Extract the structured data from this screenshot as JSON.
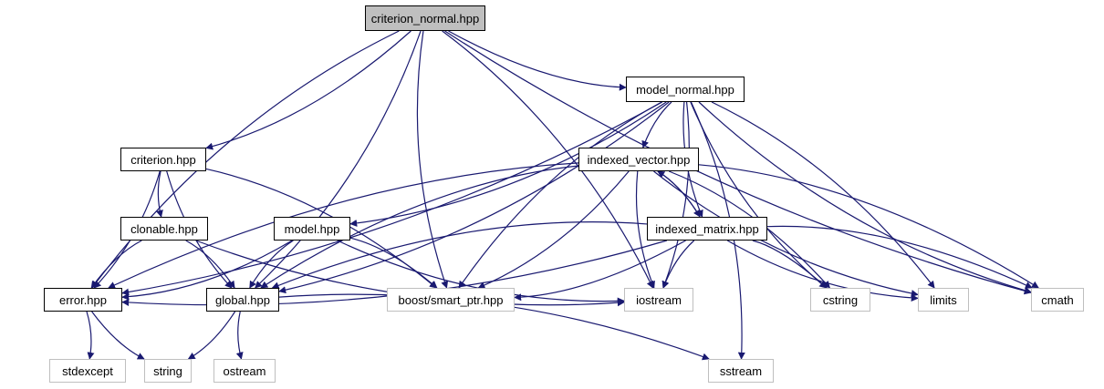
{
  "diagram": {
    "nodes": [
      {
        "id": "criterion_normal",
        "label": "criterion_normal.hpp",
        "kind": "root"
      },
      {
        "id": "model_normal",
        "label": "model_normal.hpp",
        "kind": "local"
      },
      {
        "id": "criterion",
        "label": "criterion.hpp",
        "kind": "local"
      },
      {
        "id": "indexed_vector",
        "label": "indexed_vector.hpp",
        "kind": "local"
      },
      {
        "id": "clonable",
        "label": "clonable.hpp",
        "kind": "local"
      },
      {
        "id": "model",
        "label": "model.hpp",
        "kind": "local"
      },
      {
        "id": "indexed_matrix",
        "label": "indexed_matrix.hpp",
        "kind": "local"
      },
      {
        "id": "error",
        "label": "error.hpp",
        "kind": "local"
      },
      {
        "id": "global",
        "label": "global.hpp",
        "kind": "local"
      },
      {
        "id": "smart_ptr",
        "label": "boost/smart_ptr.hpp",
        "kind": "external"
      },
      {
        "id": "iostream",
        "label": "iostream",
        "kind": "external"
      },
      {
        "id": "cstring",
        "label": "cstring",
        "kind": "external"
      },
      {
        "id": "limits",
        "label": "limits",
        "kind": "external"
      },
      {
        "id": "cmath",
        "label": "cmath",
        "kind": "external"
      },
      {
        "id": "stdexcept",
        "label": "stdexcept",
        "kind": "external"
      },
      {
        "id": "string",
        "label": "string",
        "kind": "external"
      },
      {
        "id": "ostream",
        "label": "ostream",
        "kind": "external"
      },
      {
        "id": "sstream",
        "label": "sstream",
        "kind": "external"
      }
    ],
    "edges": [
      [
        "criterion_normal",
        "model_normal"
      ],
      [
        "criterion_normal",
        "criterion"
      ],
      [
        "criterion_normal",
        "error"
      ],
      [
        "criterion_normal",
        "global"
      ],
      [
        "criterion_normal",
        "smart_ptr"
      ],
      [
        "criterion_normal",
        "iostream"
      ],
      [
        "criterion_normal",
        "cmath"
      ],
      [
        "model_normal",
        "error"
      ],
      [
        "model_normal",
        "indexed_vector"
      ],
      [
        "model_normal",
        "model"
      ],
      [
        "model_normal",
        "indexed_matrix"
      ],
      [
        "model_normal",
        "global"
      ],
      [
        "model_normal",
        "smart_ptr"
      ],
      [
        "model_normal",
        "iostream"
      ],
      [
        "model_normal",
        "cstring"
      ],
      [
        "model_normal",
        "limits"
      ],
      [
        "model_normal",
        "cmath"
      ],
      [
        "model_normal",
        "sstream"
      ],
      [
        "criterion",
        "clonable"
      ],
      [
        "criterion",
        "error"
      ],
      [
        "criterion",
        "global"
      ],
      [
        "criterion",
        "smart_ptr"
      ],
      [
        "indexed_vector",
        "error"
      ],
      [
        "indexed_vector",
        "indexed_matrix"
      ],
      [
        "indexed_vector",
        "global"
      ],
      [
        "indexed_vector",
        "smart_ptr"
      ],
      [
        "indexed_vector",
        "iostream"
      ],
      [
        "indexed_vector",
        "cstring"
      ],
      [
        "indexed_vector",
        "limits"
      ],
      [
        "indexed_vector",
        "cmath"
      ],
      [
        "indexed_matrix",
        "indexed_vector"
      ],
      [
        "indexed_matrix",
        "error"
      ],
      [
        "indexed_matrix",
        "global"
      ],
      [
        "indexed_matrix",
        "smart_ptr"
      ],
      [
        "indexed_matrix",
        "iostream"
      ],
      [
        "indexed_matrix",
        "cstring"
      ],
      [
        "indexed_matrix",
        "limits"
      ],
      [
        "indexed_matrix",
        "cmath"
      ],
      [
        "clonable",
        "error"
      ],
      [
        "clonable",
        "global"
      ],
      [
        "clonable",
        "iostream"
      ],
      [
        "model",
        "error"
      ],
      [
        "model",
        "global"
      ],
      [
        "model",
        "smart_ptr"
      ],
      [
        "model",
        "iostream"
      ],
      [
        "error",
        "stdexcept"
      ],
      [
        "error",
        "string"
      ],
      [
        "global",
        "string"
      ],
      [
        "global",
        "ostream"
      ],
      [
        "global",
        "sstream"
      ]
    ],
    "colors": {
      "edge": "#191970",
      "root_fill": "#bfbfbf",
      "external_border": "#bfbfbf",
      "node_border": "#000000"
    }
  }
}
